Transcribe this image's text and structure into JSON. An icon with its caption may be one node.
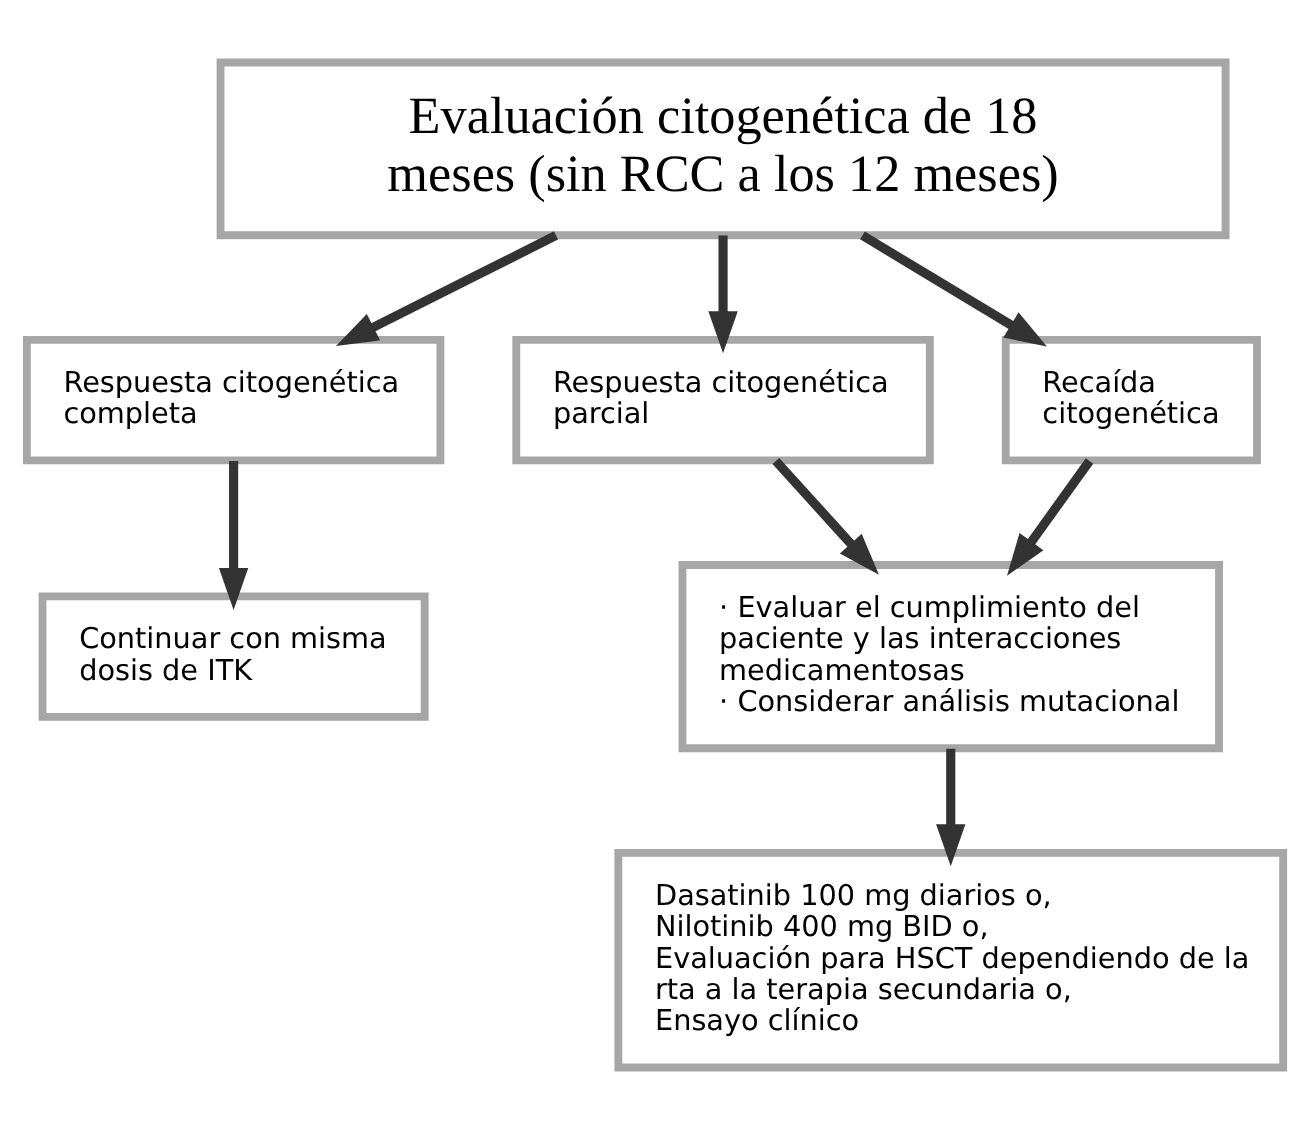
{
  "diagram": {
    "nodes": [
      {
        "text": [
          "Evaluación citogenética de 18 meses (sin RCC a los 12 meses)"
        ]
      },
      {
        "text": [
          "Respuesta citogenética completa"
        ]
      },
      {
        "text": [
          "Respuesta citogenética parcial"
        ]
      },
      {
        "text": [
          "Recaída citogenética"
        ]
      },
      {
        "text": [
          "Continuar con misma dosis de ITK"
        ]
      },
      {
        "text": [
          "· Evaluar el cumplimiento del paciente y las interacciones medicamentosas",
          "· Considerar análisis mutacional"
        ]
      },
      {
        "text": [
          "Dasatinib 100 mg diarios o,",
          "Nilotinib 400 mg BID o,",
          "Evaluación para HSCT dependiendo de la rta a la terapia secundaria o,",
          "Ensayo clínico"
        ]
      }
    ],
    "edges": [
      {
        "from": 0,
        "to": 1,
        "arrow": "to"
      },
      {
        "from": 0,
        "to": 2,
        "arrow": "to"
      },
      {
        "from": 0,
        "to": 3,
        "arrow": "to"
      },
      {
        "from": 1,
        "to": 4,
        "arrow": "to"
      },
      {
        "from": 2,
        "to": 5,
        "arrow": "to"
      },
      {
        "from": 3,
        "to": 5,
        "arrow": "to"
      },
      {
        "from": 5,
        "to": 6,
        "arrow": "to"
      }
    ]
  }
}
